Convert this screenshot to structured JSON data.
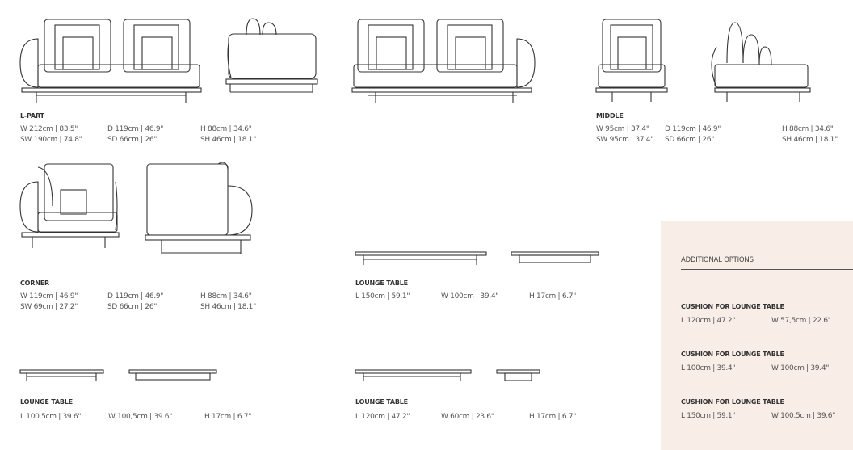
{
  "sections": {
    "l_part": {
      "title": "L-PART",
      "row1": [
        "W 212cm | 83.5\"",
        "D 119cm | 46.9\"",
        "H 88cm | 34.6\""
      ],
      "row2": [
        "SW 190cm | 74.8\"",
        "SD 66cm | 26\"",
        "SH 46cm | 18.1\""
      ]
    },
    "middle": {
      "title": "MIDDLE",
      "row1": [
        "W 95cm | 37.4\"",
        "D 119cm | 46.9\"",
        "H 88cm | 34.6\""
      ],
      "row2": [
        "SW 95cm | 37.4\"",
        "SD 66cm | 26\"",
        "SH 46cm | 18.1\""
      ]
    },
    "corner": {
      "title": "CORNER",
      "row1": [
        "W 119cm | 46.9\"",
        "D 119cm | 46.9\"",
        "H 88cm | 34.6\""
      ],
      "row2": [
        "SW 69cm | 27.2\"",
        "SD 66cm | 26\"",
        "SH 46cm | 18.1\""
      ]
    },
    "lounge_150": {
      "title": "LOUNGE TABLE",
      "row1": [
        "L 150cm | 59.1\"",
        "W 100cm | 39.4\"",
        "H 17cm | 6.7\""
      ]
    },
    "lounge_100": {
      "title": "LOUNGE TABLE",
      "row1": [
        "L 100,5cm | 39.6\"",
        "W 100,5cm | 39.6\"",
        "H 17cm | 6.7\""
      ]
    },
    "lounge_120": {
      "title": "LOUNGE TABLE",
      "row1": [
        "L 120cm | 47.2\"",
        "W 60cm | 23.6\"",
        "H 17cm | 6.7\""
      ]
    }
  },
  "additional": {
    "heading": "ADDITIONAL OPTIONS",
    "items": [
      {
        "title": "CUSHION FOR LOUNGE TABLE",
        "specs": [
          "L 120cm | 47.2\"",
          "W 57,5cm | 22.6\""
        ]
      },
      {
        "title": "CUSHION FOR LOUNGE TABLE",
        "specs": [
          "L 100cm | 39.4\"",
          "W 100cm | 39.4\""
        ]
      },
      {
        "title": "CUSHION FOR LOUNGE TABLE",
        "specs": [
          "L 150cm | 59.1\"",
          "W 100,5cm | 39.6\""
        ]
      }
    ]
  }
}
